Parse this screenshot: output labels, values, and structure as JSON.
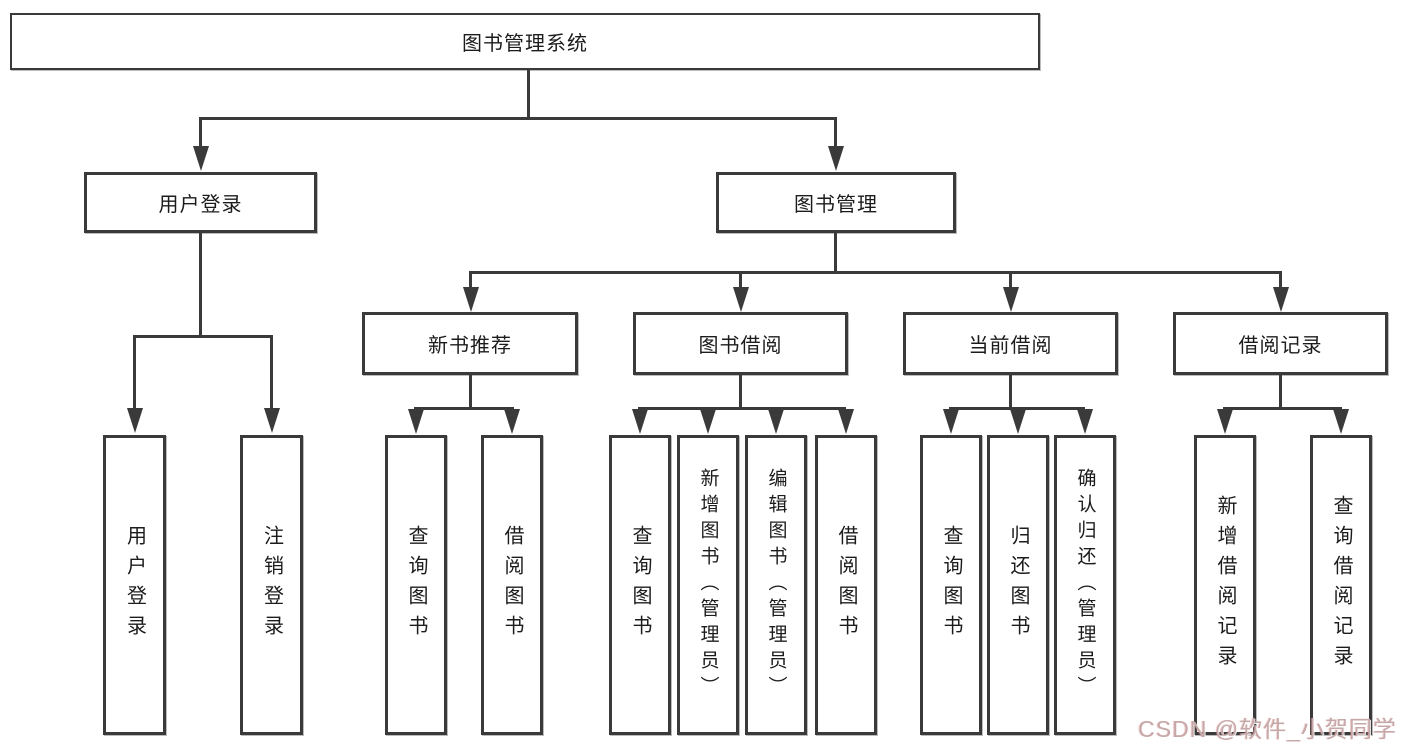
{
  "diagram": {
    "root": {
      "label": "图书管理系统"
    },
    "branches": {
      "user_login": {
        "label": "用户登录",
        "children": [
          "用户登录",
          "注销登录"
        ]
      },
      "book_management": {
        "label": "图书管理",
        "children": [
          {
            "label": "新书推荐",
            "children": [
              "查询图书",
              "借阅图书"
            ]
          },
          {
            "label": "图书借阅",
            "children": [
              "查询图书",
              "新增图书（管理员）",
              "编辑图书（管理员）",
              "借阅图书"
            ]
          },
          {
            "label": "当前借阅",
            "children": [
              "查询图书",
              "归还图书",
              "确认归还（管理员）"
            ]
          },
          {
            "label": "借阅记录",
            "children": [
              "新增借阅记录",
              "查询借阅记录"
            ]
          }
        ]
      }
    }
  },
  "watermark": {
    "text": "CSDN @软件_小贺同学"
  },
  "colors": {
    "line": "#3a3a3a",
    "box_border": "#3a3a3a",
    "text": "#1c1c1c",
    "background": "#ffffff",
    "watermark": "#c7a8a8"
  }
}
